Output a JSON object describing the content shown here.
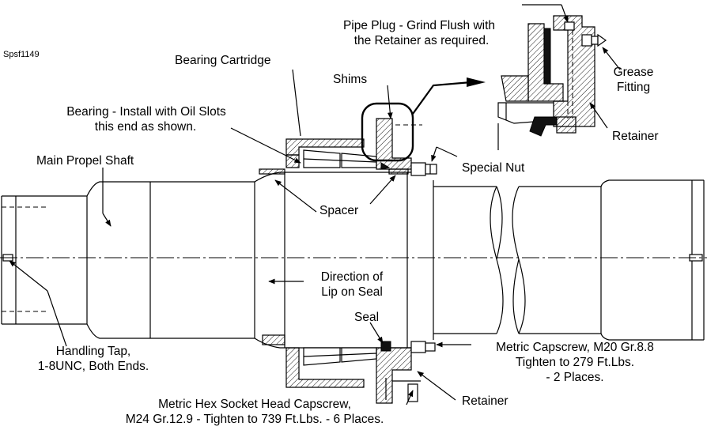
{
  "drawing_id": "Spsf1149",
  "labels": {
    "pipe_plug_line1": "Pipe Plug - Grind Flush with",
    "pipe_plug_line2": "the Retainer as required.",
    "grease_fitting_line1": "Grease",
    "grease_fitting_line2": "Fitting",
    "bearing_cartridge": "Bearing Cartridge",
    "shims": "Shims",
    "bearing_line1": "Bearing - Install with Oil Slots",
    "bearing_line2": "this end as shown.",
    "retainer_detail": "Retainer",
    "main_propel_shaft": "Main Propel Shaft",
    "special_nut": "Special Nut",
    "spacer": "Spacer",
    "direction_line1": "Direction of",
    "direction_line2": "Lip on Seal",
    "seal": "Seal",
    "handling_tap_line1": "Handling Tap,",
    "handling_tap_line2": "1-8UNC, Both Ends.",
    "metric_capscrew_line1": "Metric Capscrew, M20 Gr.8.8",
    "metric_capscrew_line2": "Tighten to 279 Ft.Lbs.",
    "metric_capscrew_line3": "- 2 Places.",
    "retainer_bottom": "Retainer",
    "hex_socket_line1": "Metric Hex Socket Head Capscrew,",
    "hex_socket_line2": "M24 Gr.12.9 - Tighten to 739 Ft.Lbs. - 6 Places."
  }
}
